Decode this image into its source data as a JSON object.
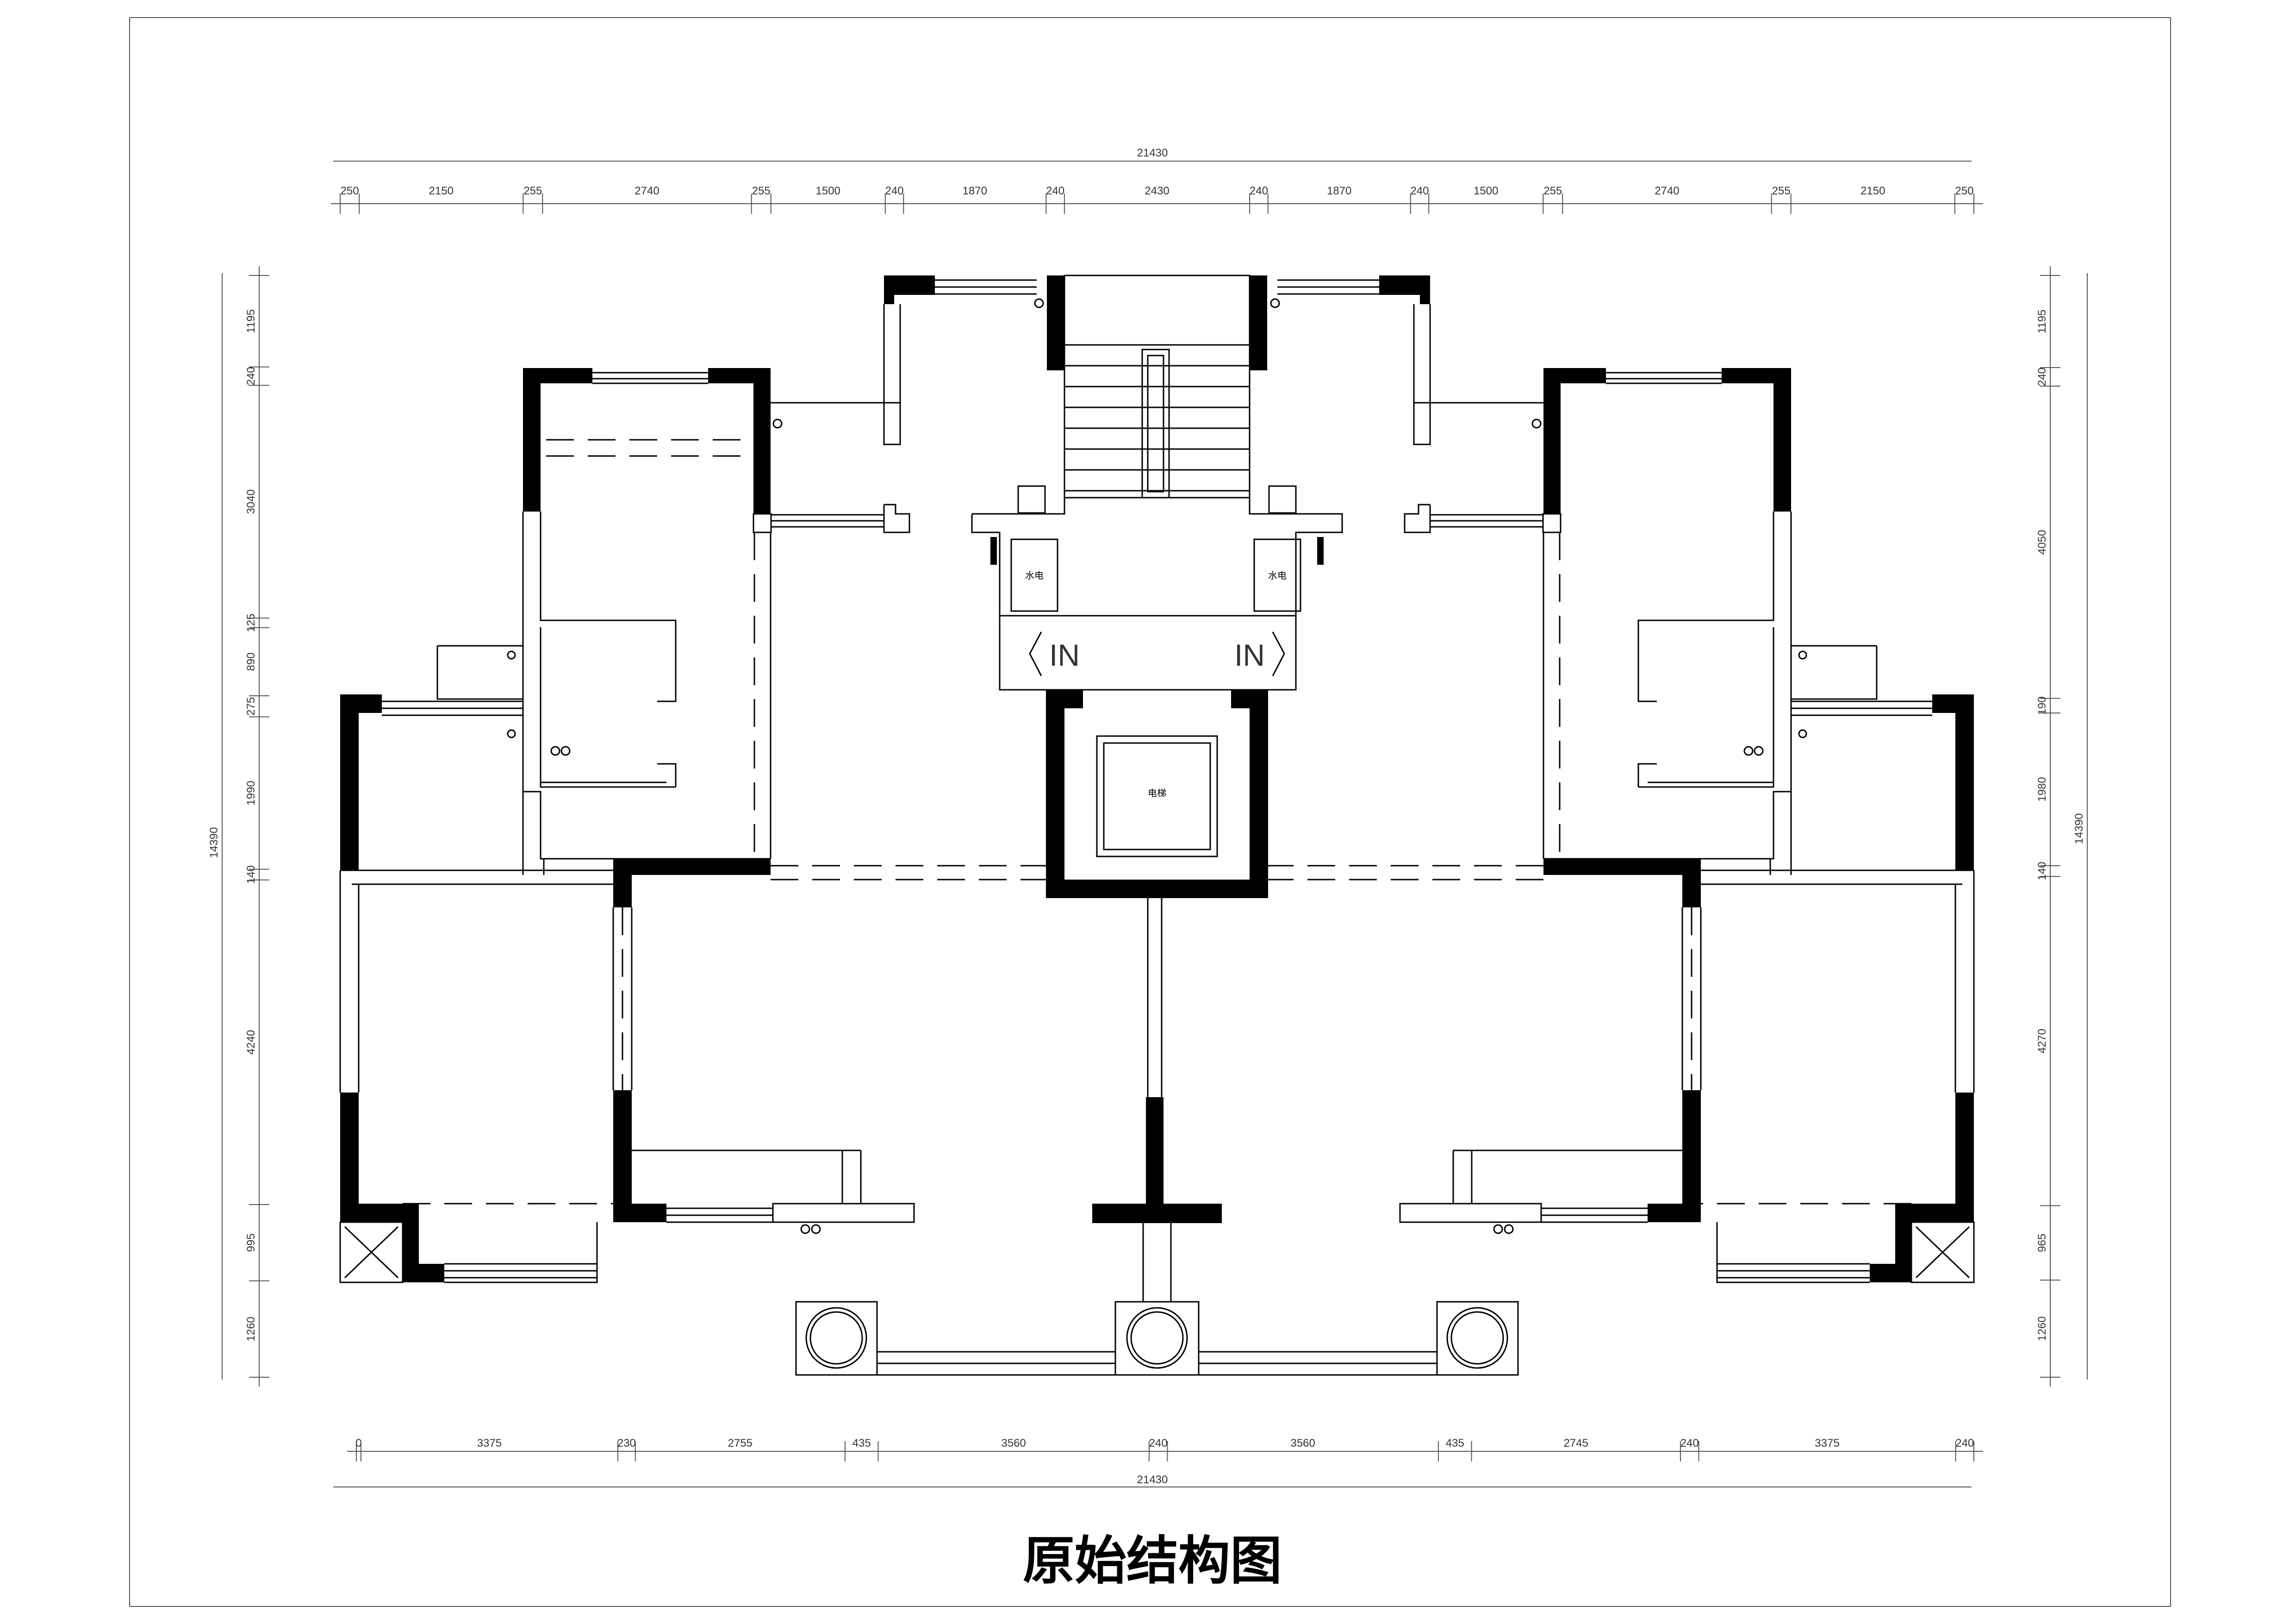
{
  "title": "原始结构图",
  "labels": {
    "shuidian_left": "水电",
    "shuidian_right": "水电",
    "elevator": "电梯",
    "in_left": "IN",
    "in_right": "IN"
  },
  "dimensions": {
    "top_total": "21430",
    "bottom_total": "21430",
    "left_total": "14390",
    "right_total": "14390",
    "top": [
      "250",
      "2150",
      "255",
      "2740",
      "255",
      "1500",
      "240",
      "1870",
      "240",
      "2430",
      "240",
      "1870",
      "240",
      "1500",
      "255",
      "2740",
      "255",
      "2150",
      "250"
    ],
    "bottom": [
      "0",
      "3375",
      "230",
      "2755",
      "435",
      "3560",
      "240",
      "3560",
      "435",
      "2745",
      "240",
      "3375",
      "240"
    ],
    "left": [
      "1195",
      "240",
      "3040",
      "125",
      "890",
      "275",
      "1990",
      "140",
      "4240",
      "995",
      "1260"
    ],
    "right": [
      "1195",
      "240",
      "4050",
      "190",
      "1980",
      "140",
      "4270",
      "965",
      "1260"
    ]
  }
}
